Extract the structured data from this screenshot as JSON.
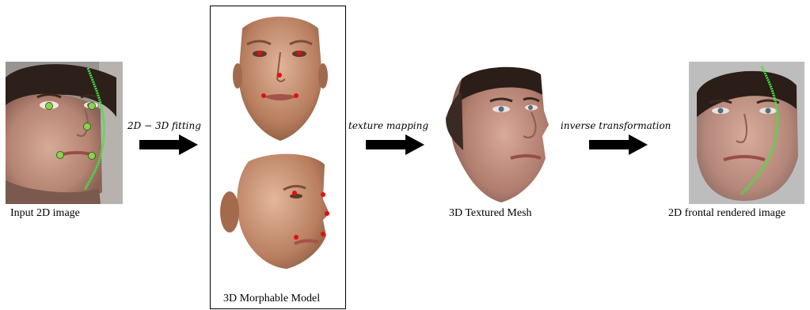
{
  "captions": {
    "input": "Input 2D image",
    "model": "3D Morphable Model",
    "mesh": "3D Textured Mesh",
    "output": "2D frontal rendered image"
  },
  "steps": {
    "fitting": "2D − 3D fitting",
    "texture": "texture mapping",
    "inverse": "inverse transformation"
  },
  "colors": {
    "contour": "#3ee63e",
    "landmark_input": "#8fd14f",
    "landmark_model": "#e01010",
    "arrow": "#000000",
    "skin": "#c89a86",
    "hair": "#2b1d18",
    "model_skin": "#c08a6c"
  }
}
